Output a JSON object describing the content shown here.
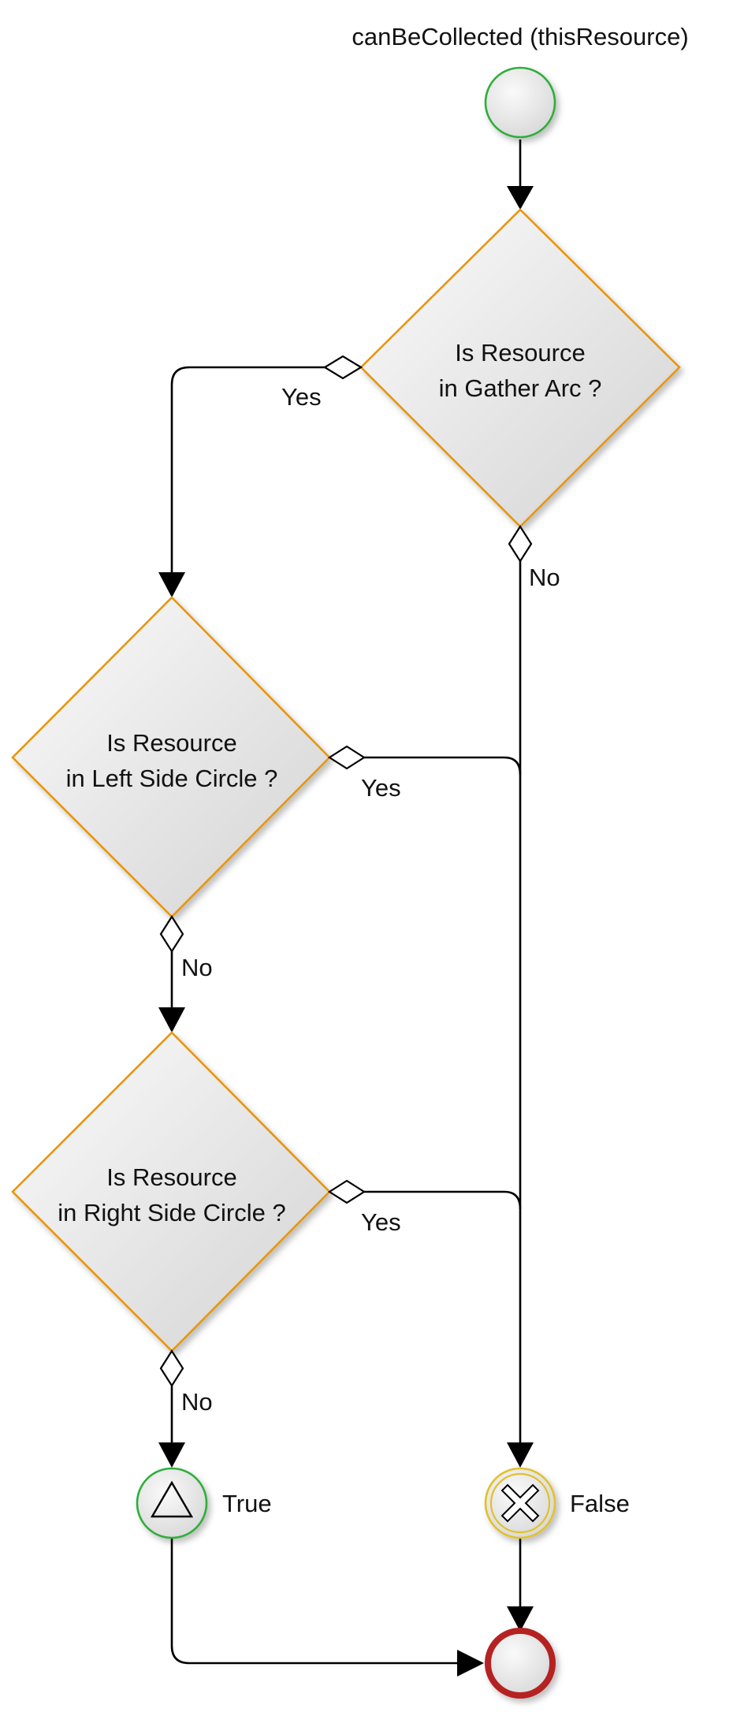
{
  "title": "canBeCollected (thisResource)",
  "decisions": [
    {
      "line1": "Is Resource",
      "line2": "in Gather Arc ?",
      "yes": "Yes",
      "no": "No"
    },
    {
      "line1": "Is Resource",
      "line2": "in Left Side Circle ?",
      "yes": "Yes",
      "no": "No"
    },
    {
      "line1": "Is Resource",
      "line2": "in Right Side Circle ?",
      "yes": "Yes",
      "no": "No"
    }
  ],
  "outcomes": {
    "true_label": "True",
    "false_label": "False"
  },
  "colors": {
    "start_stroke": "#2fae3a",
    "decision_stroke": "#e8960e",
    "true_stroke": "#2fae3a",
    "false_stroke": "#e2c12a",
    "end_stroke": "#b42020"
  }
}
